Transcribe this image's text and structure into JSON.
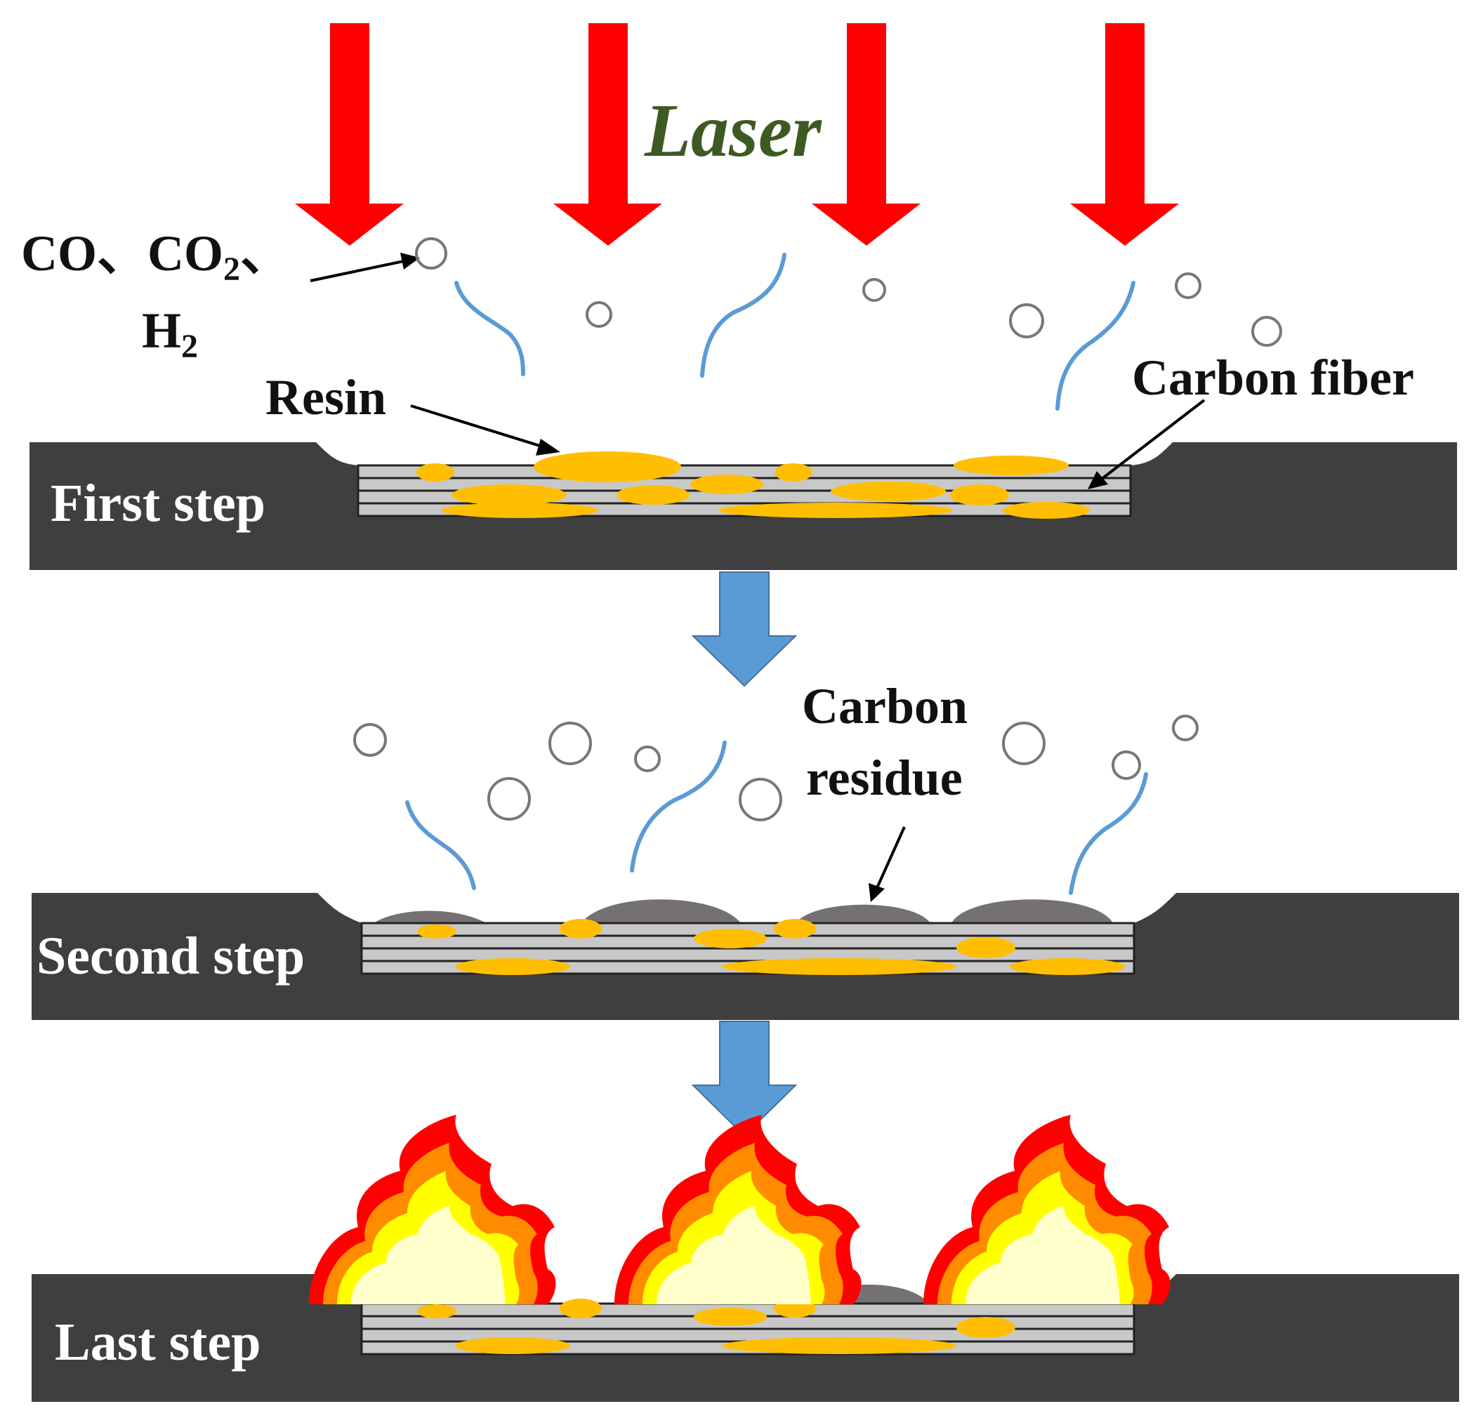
{
  "labels": {
    "laser": "Laser",
    "gases_line1": "CO、CO",
    "gases_sub": "2",
    "gases_tail": "、",
    "gases_line2": "H",
    "gases_line2_sub": "2",
    "resin": "Resin",
    "carbon_fiber": "Carbon fiber",
    "carbon_residue_line1": "Carbon",
    "carbon_residue_line2": "residue",
    "step_first": "First step",
    "step_second": "Second step",
    "step_last": "Last step"
  },
  "colors": {
    "laser_arrow": "#ff0000",
    "process_arrow": "#5b9bd5",
    "substrate": "#3f3f3f",
    "fiber_layer": "#c8c8c8",
    "resin": "#ffbf00",
    "carbon_residue": "#767171",
    "vapor_stream": "#5b9bd5",
    "laser_text": "#3d5a23"
  }
}
